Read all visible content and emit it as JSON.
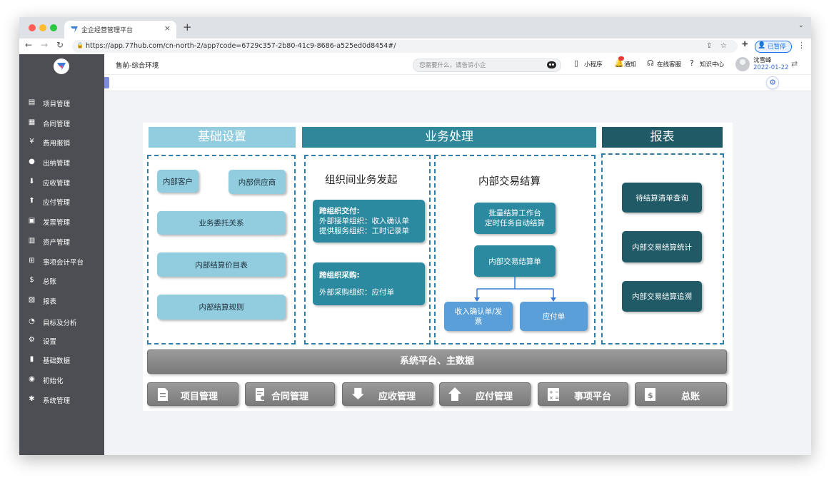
{
  "browser": {
    "tab_title": "企企经营管理平台",
    "tab_close": "×",
    "new_tab": "+",
    "url": "https://app.77hub.com/cn-north-2/app?code=6729c357-2b80-41c9-8686-a525ed0d8454#/",
    "profile_label": "已暂停"
  },
  "sidebar": {
    "items": [
      {
        "label": "项目管理",
        "icon": "project-icon"
      },
      {
        "label": "合同管理",
        "icon": "contract-icon"
      },
      {
        "label": "费用报销",
        "icon": "expense-icon"
      },
      {
        "label": "出纳管理",
        "icon": "cashier-icon"
      },
      {
        "label": "应收管理",
        "icon": "receivable-icon"
      },
      {
        "label": "应付管理",
        "icon": "payable-icon"
      },
      {
        "label": "发票管理",
        "icon": "invoice-icon"
      },
      {
        "label": "资产管理",
        "icon": "asset-icon"
      },
      {
        "label": "事项会计平台",
        "icon": "grid-icon"
      },
      {
        "label": "总账",
        "icon": "ledger-icon"
      },
      {
        "label": "报表",
        "icon": "report-icon"
      },
      {
        "label": "目标及分析",
        "icon": "target-icon"
      },
      {
        "label": "设置",
        "icon": "gear-icon"
      },
      {
        "label": "基础数据",
        "icon": "bar-chart-icon"
      },
      {
        "label": "初始化",
        "icon": "power-icon"
      },
      {
        "label": "系统管理",
        "icon": "asterisk-icon"
      }
    ]
  },
  "header": {
    "env": "售前-综合环境",
    "search_placeholder": "您需要什么，请告诉小企",
    "mini_program": "小程序",
    "notify": "通知",
    "support": "在线客服",
    "knowledge": "知识中心",
    "user_name": "沈雪峰",
    "user_date": "2022-01-22"
  },
  "diagram": {
    "headers": {
      "basic": "基础设置",
      "business": "业务处理",
      "report": "报表"
    },
    "basic_tiles": {
      "internal_customer": "内部客户",
      "internal_supplier": "内部供应商",
      "delegation": "业务委托关系",
      "price_list": "内部结算价目表",
      "rules": "内部结算规则"
    },
    "cross_org": {
      "title": "组织间业务发起",
      "delivery": {
        "title": "跨组织交付:",
        "line1": "外部接单组织：收入确认单",
        "line2": "提供服务组织：工时记录单"
      },
      "purchase": {
        "title": "跨组织采购:",
        "line1": "外部采购组织：应付单"
      }
    },
    "settlement": {
      "title": "内部交易结算",
      "workbench_line1": "批量结算工作台",
      "workbench_line2": "定时任务自动结算",
      "bill": "内部交易结算单",
      "revenue_line1": "收入确认单/发",
      "revenue_line2": "票",
      "payable": "应付单"
    },
    "reports": {
      "pending": "待结算清单查询",
      "stats": "内部交易结算统计",
      "trace": "内部交易结算追溯"
    },
    "platform": "系统平台、主数据",
    "modules": [
      {
        "label": "项目管理",
        "icon": "document-icon"
      },
      {
        "label": "合同管理",
        "icon": "contract-icon"
      },
      {
        "label": "应收管理",
        "icon": "receivable-icon"
      },
      {
        "label": "应付管理",
        "icon": "payable-icon"
      },
      {
        "label": "事项平台",
        "icon": "calculator-icon"
      },
      {
        "label": "总账",
        "icon": "ledger-icon"
      }
    ],
    "colors": {
      "light_header": "#92cddf",
      "mid_header": "#2f8799",
      "dark_header": "#1f5a66",
      "dashed_border": "#2f7fa8",
      "blue_tile": "#5a9fd8",
      "gray_bar": "#8a8a8a"
    }
  }
}
